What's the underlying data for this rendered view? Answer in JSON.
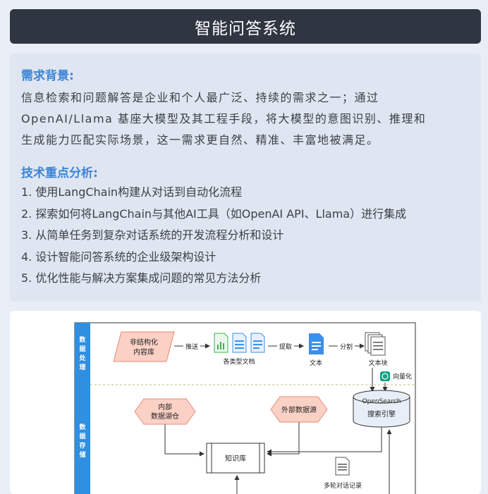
{
  "header": {
    "title": "智能问答系统"
  },
  "requirements": {
    "heading": "需求背景:",
    "line1": "信息检索和问题解答是企业和个人最广泛、持续的需求之一；通过",
    "line2": "OpenAI/Llama  基座大模型及其工程手段，将大模型的意图识别、推理和",
    "line3": "生成能力匹配实际场景，这一需求更自然、精准、丰富地被满足。"
  },
  "tech": {
    "heading": "技术重点分析:",
    "items": [
      "1. 使用LangChain构建从对话到自动化流程",
      "2. 探索如何将LangChain与其他AI工具（如OpenAI API、Llama）进行集成",
      "3. 从简单任务到复杂对话系统的开发流程分析和设计",
      "4. 设计智能问答系统的企业级架构设计",
      "5. 优化性能与解决方案集成问题的常见方法分析"
    ]
  },
  "diagram": {
    "lanes": {
      "processing": [
        "数",
        "据",
        "处",
        "理"
      ],
      "storage": [
        "数",
        "据",
        "存",
        "储"
      ]
    },
    "nodes": {
      "unstructured_line1": "非结构化",
      "unstructured_line2": "内容库",
      "doc_types": "各类型文档",
      "text": "文本",
      "text_chunks": "文本块",
      "vectorize": "向量化",
      "internal_line1": "内部",
      "internal_line2": "数据湖仓",
      "external": "外部数据源",
      "opensearch": "OpenSearch",
      "search_engine": "搜索引擎",
      "knowledge_base": "知识库",
      "history": "多轮对话记录"
    },
    "arrows": {
      "push": "推送",
      "extract": "提取",
      "split": "分割"
    },
    "colors": {
      "lane_blue": "#2f8fe0",
      "shape_fill": "#fbd1c6",
      "shape_stroke": "#e58a75",
      "doc_blue": "#3d8fe6",
      "doc_green": "#3bb54a"
    }
  }
}
